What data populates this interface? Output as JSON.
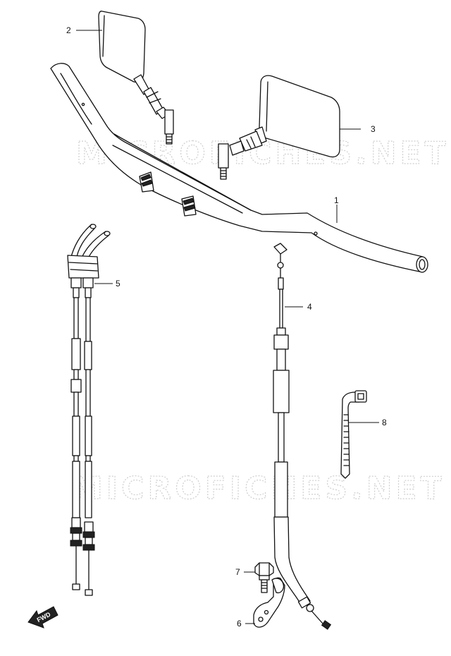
{
  "watermarks": [
    "MICROFICHES.NET",
    "MICROFICHES.NET"
  ],
  "direction_label": "FWD",
  "callouts": [
    "1",
    "2",
    "3",
    "4",
    "5",
    "6",
    "7",
    "8"
  ],
  "parts": [
    {
      "ref": "1",
      "icon": "handlebar-icon"
    },
    {
      "ref": "2",
      "icon": "mirror-left-icon"
    },
    {
      "ref": "3",
      "icon": "mirror-right-icon"
    },
    {
      "ref": "4",
      "icon": "clutch-cable-icon"
    },
    {
      "ref": "5",
      "icon": "throttle-cable-icon"
    },
    {
      "ref": "6",
      "icon": "cable-bracket-icon"
    },
    {
      "ref": "7",
      "icon": "bolt-icon"
    },
    {
      "ref": "8",
      "icon": "cable-tie-icon"
    }
  ]
}
